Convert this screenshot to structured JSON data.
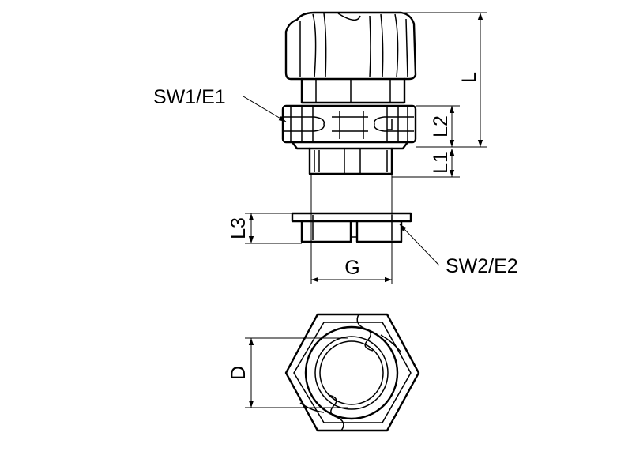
{
  "labels": {
    "sw1_e1": "SW1/E1",
    "sw2_e2": "SW2/E2",
    "dim_l": "L",
    "dim_l1": "L1",
    "dim_l2": "L2",
    "dim_l3": "L3",
    "dim_g": "G",
    "dim_d": "D"
  },
  "colors": {
    "line": "#000000",
    "background": "#ffffff"
  }
}
